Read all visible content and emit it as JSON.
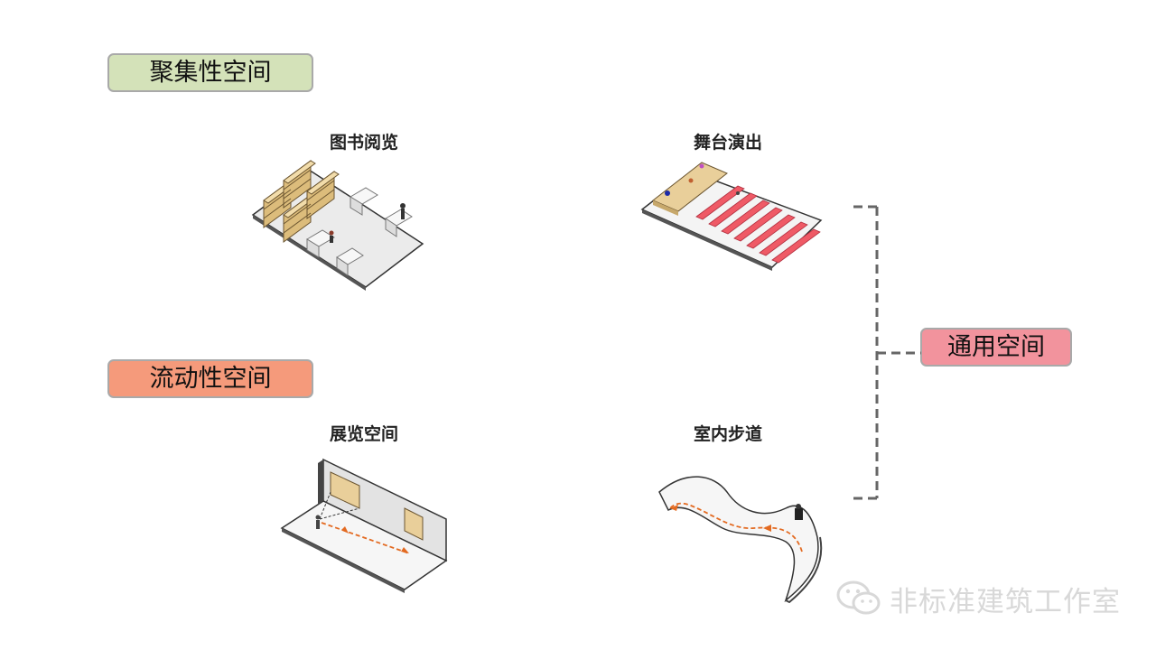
{
  "labels": {
    "gathering": "聚集性空间",
    "flowing": "流动性空间",
    "general": "通用空间"
  },
  "captions": {
    "library": "图书阅览",
    "stage": "舞台演出",
    "exhibition": "展览空间",
    "walkway": "室内步道"
  },
  "watermark": "非标准建筑工作室",
  "colors": {
    "gathering_fill": "#d4e2b9",
    "flowing_fill": "#f59a7b",
    "general_fill": "#f2939d",
    "seat_rows": "#ef5a66",
    "wood": "#e9cf9a",
    "path_arrow": "#e36a21",
    "bracket": "#666666"
  },
  "icons": [
    "wechat-icon"
  ]
}
